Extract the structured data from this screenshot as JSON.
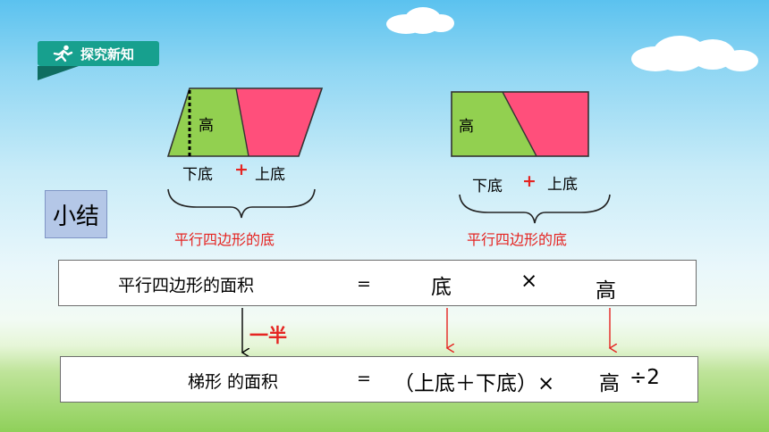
{
  "header": {
    "tag": "探究新知"
  },
  "left_figure": {
    "height_label": "高",
    "base_lower": "下底",
    "plus": "+",
    "base_upper": "上底",
    "brace_caption": "平行四边形的底"
  },
  "right_figure": {
    "height_label": "高",
    "base_lower": "下底",
    "plus": "+",
    "base_upper": "上底",
    "brace_caption": "平行四边形的底"
  },
  "summary": {
    "badge": "小结"
  },
  "formula_parallelogram": {
    "name": "平行四边形的面积",
    "equals": "=",
    "base": "底",
    "times": "×",
    "height": "高"
  },
  "half_label": "一半",
  "formula_trapezoid": {
    "name": "梯形 的面积",
    "equals": "=",
    "sum": "（上底＋下底）×",
    "height": "高",
    "divide": "÷2"
  },
  "colors": {
    "green": "#92d050",
    "pink": "#ff4f7b",
    "red": "#e52421",
    "tag": "#17a08e"
  }
}
